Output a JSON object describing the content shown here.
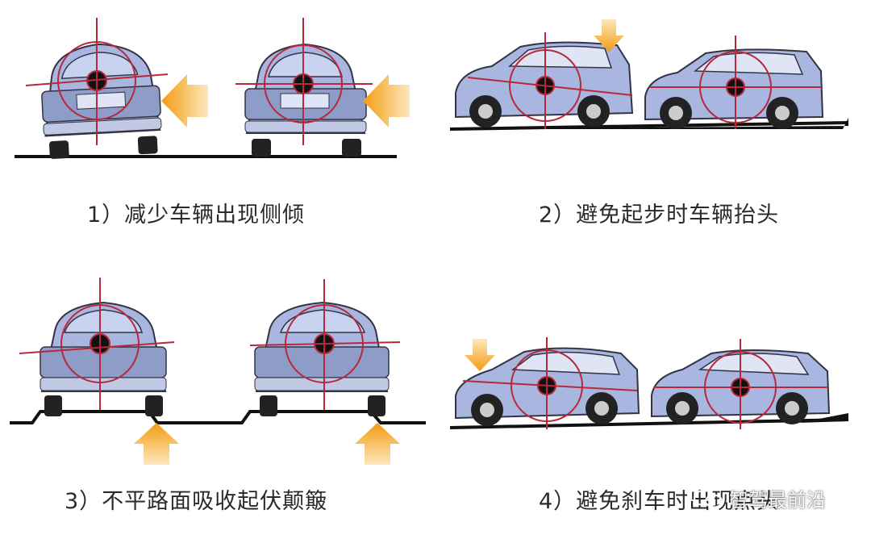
{
  "panels": [
    {
      "caption": "1）减少车辆出现侧倾",
      "view": "rear",
      "arrow": "left"
    },
    {
      "caption": "2）避免起步时车辆抬头",
      "view": "side",
      "arrow": "down-rear"
    },
    {
      "caption": "3）不平路面吸收起伏颠簸",
      "view": "rear-bumpy",
      "arrow": "up"
    },
    {
      "caption": "4）避免刹车时出现点头",
      "view": "side",
      "arrow": "down-front"
    }
  ],
  "watermark": {
    "text": "智驾最前沿",
    "icon": "wechat-icon"
  },
  "colors": {
    "arrow": "#f5a623",
    "car_body": "#a9b6e0",
    "crosshair": "#b8283c",
    "road": "#111111"
  }
}
